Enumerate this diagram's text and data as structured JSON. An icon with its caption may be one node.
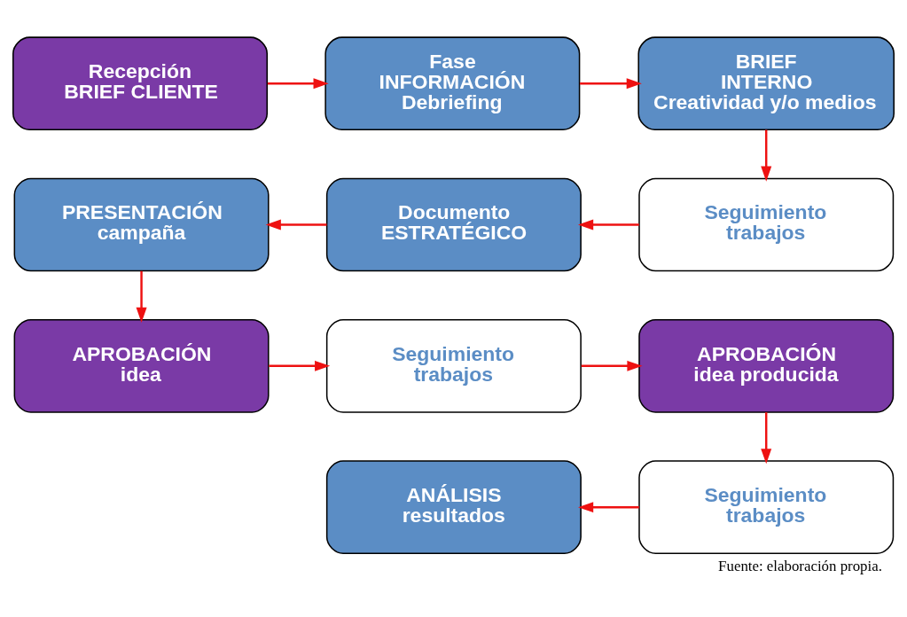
{
  "diagram": {
    "caption": "Fuente: elaboración propia.",
    "nodes": [
      {
        "text": [
          "Recepción",
          "BRIEF CLIENTE"
        ]
      },
      {
        "text": [
          "Fase",
          "INFORMACIÓN",
          "Debriefing"
        ]
      },
      {
        "text": [
          "BRIEF",
          "INTERNO",
          "Creatividad y/o medios"
        ]
      },
      {
        "text": [
          "PRESENTACIÓN",
          "campaña"
        ]
      },
      {
        "text": [
          "Documento",
          "ESTRATÉGICO"
        ]
      },
      {
        "text": [
          "Seguimiento",
          "trabajos"
        ]
      },
      {
        "text": [
          "APROBACIÓN",
          "idea"
        ]
      },
      {
        "text": [
          "Seguimiento",
          "trabajos"
        ]
      },
      {
        "text": [
          "APROBACIÓN",
          "idea producida"
        ]
      },
      {
        "text": [
          "ANÁLISIS",
          "resultados"
        ]
      },
      {
        "text": [
          "Seguimiento",
          "trabajos"
        ]
      }
    ],
    "edges": [
      {
        "from": 0,
        "to": 1,
        "arrow": "to"
      },
      {
        "from": 1,
        "to": 2,
        "arrow": "to"
      },
      {
        "from": 2,
        "to": 5,
        "arrow": "to"
      },
      {
        "from": 5,
        "to": 4,
        "arrow": "to"
      },
      {
        "from": 4,
        "to": 3,
        "arrow": "to"
      },
      {
        "from": 3,
        "to": 6,
        "arrow": "to"
      },
      {
        "from": 6,
        "to": 7,
        "arrow": "to"
      },
      {
        "from": 7,
        "to": 8,
        "arrow": "to"
      },
      {
        "from": 8,
        "to": 10,
        "arrow": "to"
      },
      {
        "from": 10,
        "to": 9,
        "arrow": "to"
      }
    ]
  }
}
